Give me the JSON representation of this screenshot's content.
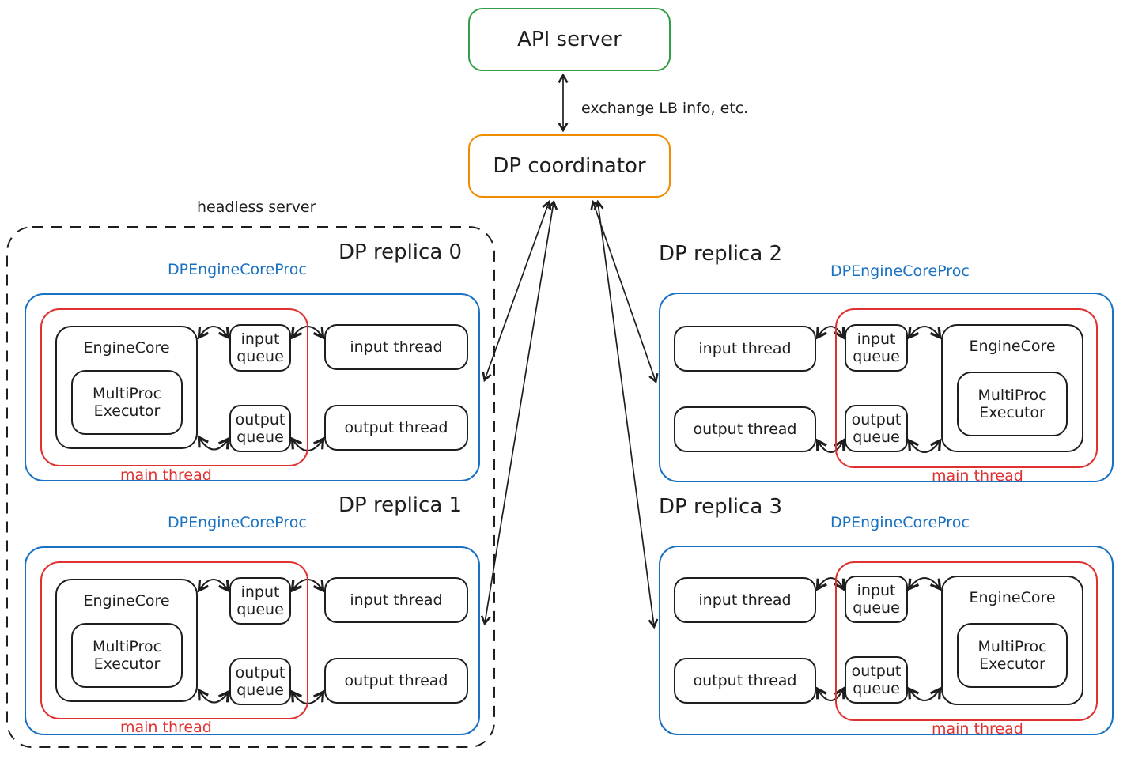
{
  "top": {
    "api_server": "API server",
    "coordinator": "DP coordinator",
    "link_note": "exchange LB info, etc."
  },
  "headless_group": {
    "label": "headless server"
  },
  "replicas": [
    {
      "title": "DP replica 0",
      "proc_label": "DPEngineCoreProc",
      "main_thread_label": "main thread",
      "boxes": {
        "engine_core": "EngineCore",
        "executor": "MultiProc Executor",
        "input_queue": "input queue",
        "output_queue": "output queue",
        "input_thread": "input thread",
        "output_thread": "output thread"
      }
    },
    {
      "title": "DP replica 1",
      "proc_label": "DPEngineCoreProc",
      "main_thread_label": "main thread",
      "boxes": {
        "engine_core": "EngineCore",
        "executor": "MultiProc Executor",
        "input_queue": "input queue",
        "output_queue": "output queue",
        "input_thread": "input thread",
        "output_thread": "output thread"
      }
    },
    {
      "title": "DP replica 2",
      "proc_label": "DPEngineCoreProc",
      "main_thread_label": "main thread",
      "boxes": {
        "engine_core": "EngineCore",
        "executor": "MultiProc Executor",
        "input_queue": "input queue",
        "output_queue": "output queue",
        "input_thread": "input thread",
        "output_thread": "output thread"
      }
    },
    {
      "title": "DP replica 3",
      "proc_label": "DPEngineCoreProc",
      "main_thread_label": "main thread",
      "boxes": {
        "engine_core": "EngineCore",
        "executor": "MultiProc Executor",
        "input_queue": "input queue",
        "output_queue": "output queue",
        "input_thread": "input thread",
        "output_thread": "output thread"
      }
    }
  ],
  "colors": {
    "api_green": "#2f9e44",
    "coordinator_orange": "#f08c00",
    "proc_blue": "#1971c2",
    "thread_red": "#e03131",
    "ink": "#1e1e1e",
    "background": "#ffffff"
  }
}
